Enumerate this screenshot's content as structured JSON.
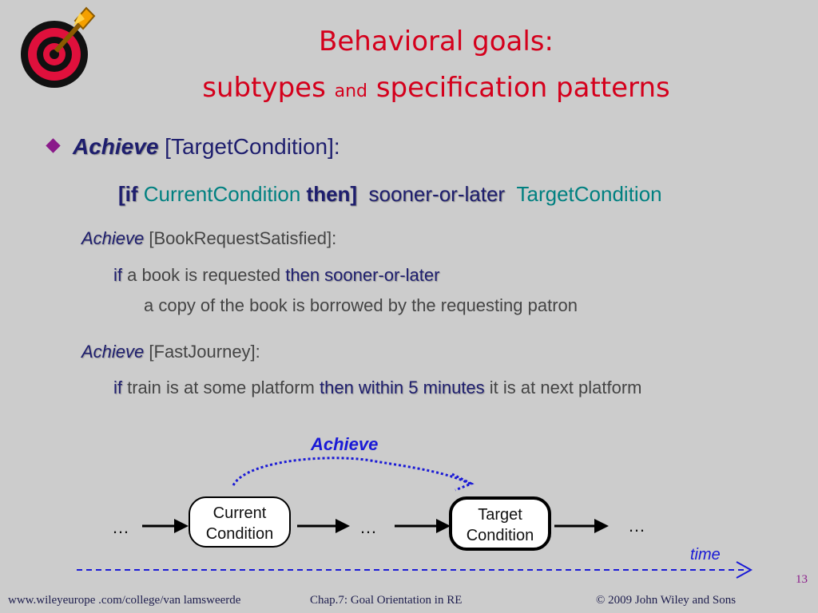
{
  "header": {
    "title_line1": "Behavioral goals:",
    "title_line2_a": "subtypes",
    "title_line2_and": "and",
    "title_line2_b": "specification patterns"
  },
  "bullet": {
    "keyword": "Achieve",
    "rest": " [TargetCondition]:"
  },
  "pattern": {
    "open": "[if",
    "current": " CurrentCondition ",
    "then": "then]",
    "sooner": "sooner-or-later",
    "target": "TargetCondition"
  },
  "example1": {
    "keyword": "Achieve",
    "name": " [BookRequestSatisfied]:",
    "if": "if",
    "cond": " a book is requested ",
    "then": "then sooner-or-later",
    "line2": "a copy of the book is borrowed by the requesting patron"
  },
  "example2": {
    "keyword": "Achieve",
    "name": " [FastJourney]:",
    "if": "if",
    "cond": " train is at some platform ",
    "then": "then within 5 minutes",
    "rest": " it is at next platform"
  },
  "diagram": {
    "achieve_label": "Achieve",
    "current_node": [
      "Current",
      "Condition"
    ],
    "target_node": [
      "Target",
      "Condition"
    ],
    "ellipsis": "…",
    "time_label": "time"
  },
  "footer": {
    "left": "www.wileyeurope .com/college/van lamsweerde",
    "center": "Chap.7:  Goal Orientation in RE",
    "right": "©  2009 John Wiley and Sons",
    "page": "13"
  },
  "colors": {
    "title": "#d4001c",
    "accent_blue": "#1e1e6e",
    "teal": "#008080",
    "diagram_blue": "#1a1ad6",
    "background": "#cccccc"
  }
}
